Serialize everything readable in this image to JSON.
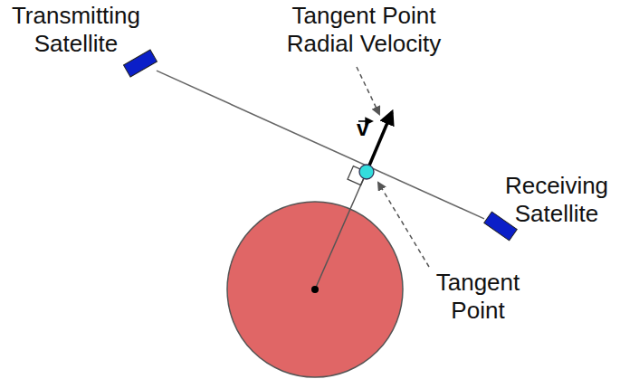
{
  "diagram": {
    "nodes": [
      {
        "text": [
          "Transmitting Satellite"
        ]
      },
      {
        "text": [
          "Receiving Satellite"
        ]
      }
    ],
    "edges": [
      {
        "from": 0,
        "to": 1,
        "arrow": "none"
      }
    ],
    "labels": [
      "Tangent Point Radial Velocity",
      "v",
      "Tangent Point"
    ]
  }
}
